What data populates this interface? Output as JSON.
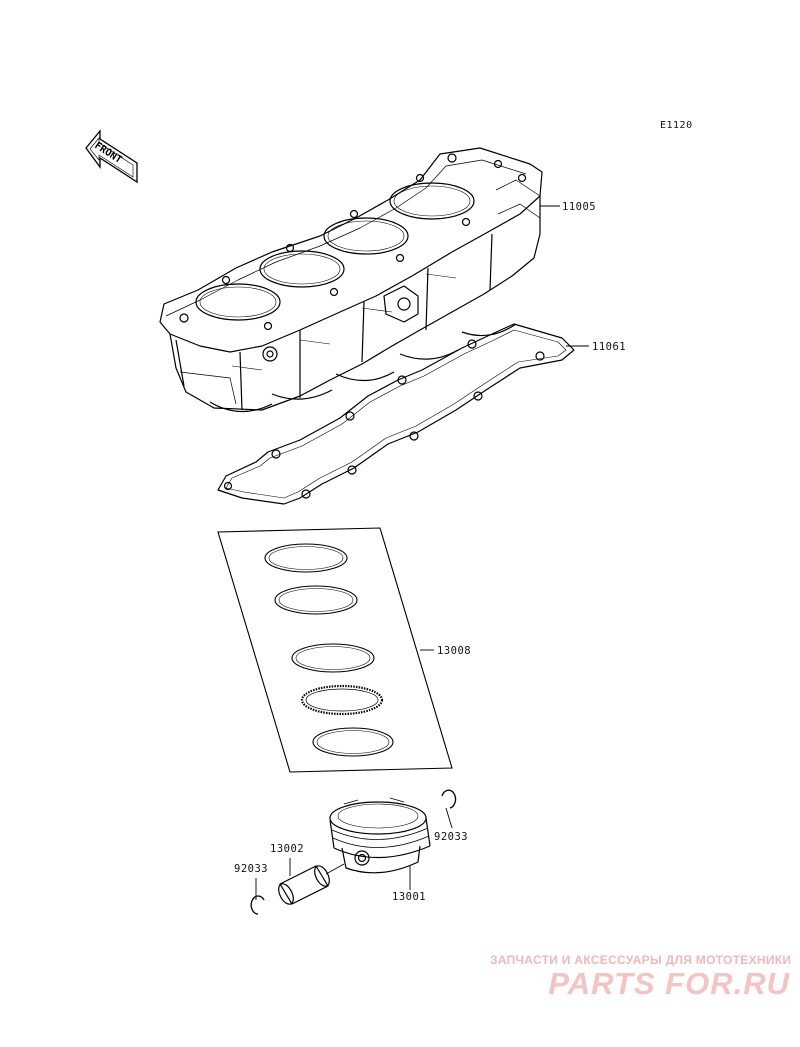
{
  "diagram": {
    "ref_code": "E1120",
    "front_label": "FRONT",
    "parts": [
      {
        "id": "cylinder",
        "number": "11005"
      },
      {
        "id": "head-gasket",
        "number": "11061"
      },
      {
        "id": "ring-set",
        "number": "13008"
      },
      {
        "id": "snap-ring-right",
        "number": "92033"
      },
      {
        "id": "piston-pin",
        "number": "13002"
      },
      {
        "id": "snap-ring-left",
        "number": "92033"
      },
      {
        "id": "piston",
        "number": "13001"
      }
    ]
  },
  "watermark": {
    "tagline": "ЗАПЧАСТИ И АКСЕССУАРЫ ДЛЯ МОТОТЕХНИКИ",
    "brand": "PARTS FOR.RU"
  }
}
